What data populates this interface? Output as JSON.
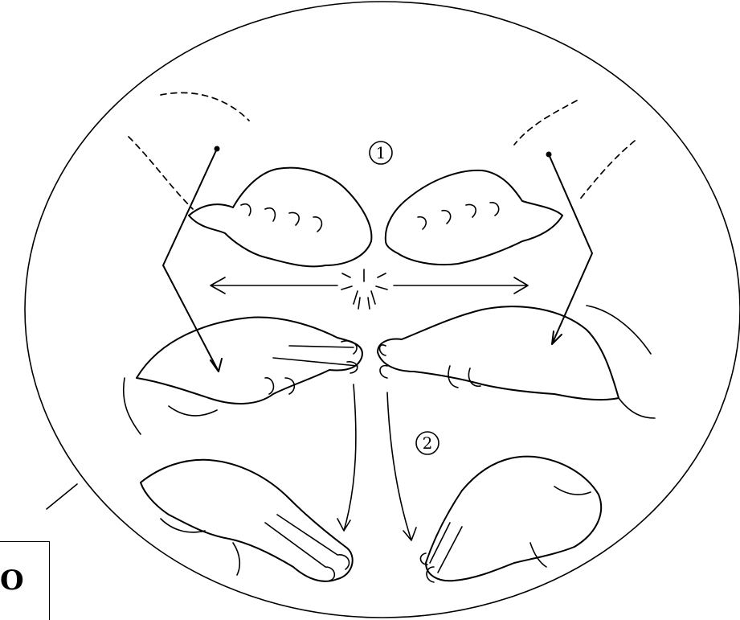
{
  "diagram": {
    "step_markers": [
      {
        "label": "1"
      },
      {
        "label": "2"
      }
    ],
    "corner_label": "O",
    "colors": {
      "ink": "#000000",
      "background": "#ffffff"
    }
  }
}
